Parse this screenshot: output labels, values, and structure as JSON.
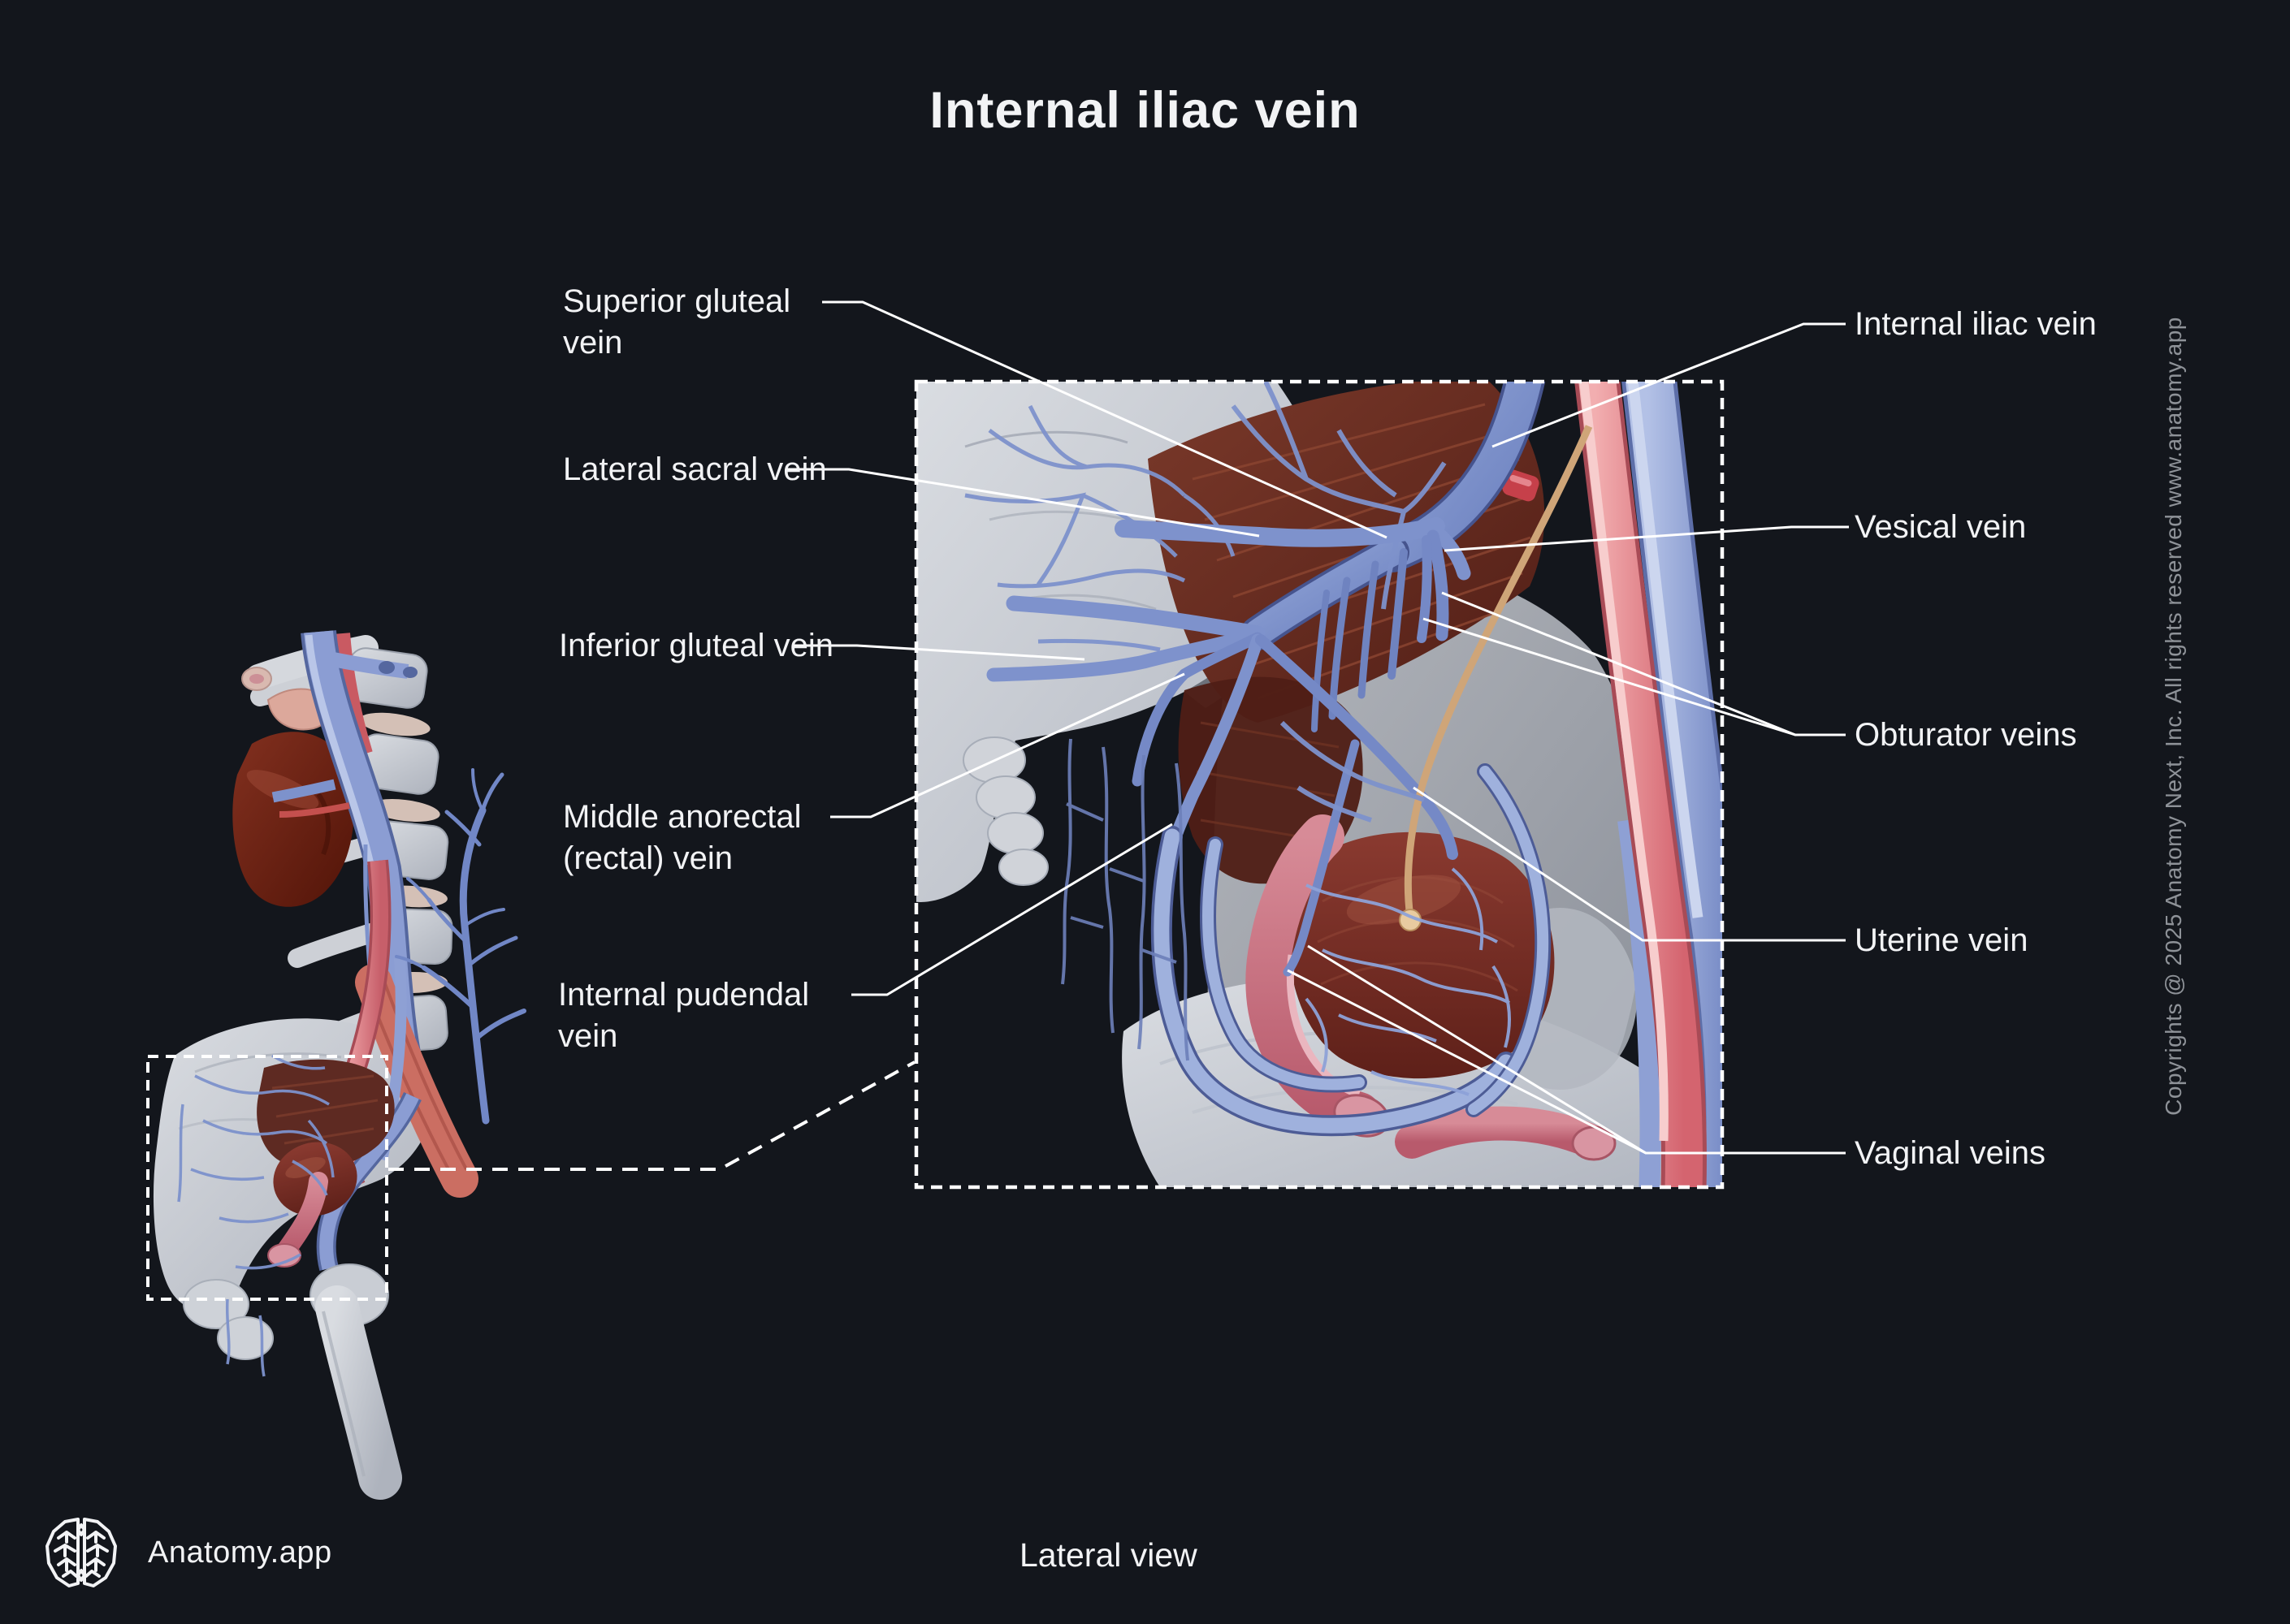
{
  "title": "Internal iliac vein",
  "view_caption": "Lateral view",
  "branding": {
    "logo_text": "Anatomy.app",
    "logo_icon": "brain-logo-icon"
  },
  "copyright_vertical": "Copyrights @ 2025 Anatomy Next, Inc. All rights reserved www.anatomy.app",
  "figure": {
    "type": "labeled-anatomy-diagram",
    "subject": "Internal iliac vein and its tributaries, female pelvis",
    "views": {
      "overview": "small lateral view of lumbar spine, kidney and pelvis with dashed source box",
      "detail": "large dashed box with zoomed lateral view of pelvic veins"
    },
    "labels": {
      "left": [
        {
          "id": "superior-gluteal-vein",
          "text": "Superior gluteal vein"
        },
        {
          "id": "lateral-sacral-vein",
          "text": "Lateral sacral vein"
        },
        {
          "id": "inferior-gluteal-vein",
          "text": "Inferior gluteal vein"
        },
        {
          "id": "middle-anorectal-vein",
          "text": "Middle anorectal (rectal) vein"
        },
        {
          "id": "internal-pudendal-vein",
          "text": "Internal pudendal vein"
        }
      ],
      "right": [
        {
          "id": "internal-iliac-vein",
          "text": "Internal iliac vein"
        },
        {
          "id": "vesical-vein",
          "text": "Vesical vein"
        },
        {
          "id": "obturator-veins",
          "text": "Obturator veins"
        },
        {
          "id": "uterine-vein",
          "text": "Uterine vein"
        },
        {
          "id": "vaginal-veins",
          "text": "Vaginal veins"
        }
      ]
    }
  },
  "colors": {
    "background": "#13161c",
    "label_text": "#f2f3f5",
    "leader_line": "#ffffff",
    "dashed_box": "#ffffff",
    "copyright_text": "#8e9298",
    "vein_blue": "#7b90cc",
    "vein_light_blue": "#a9b9e2",
    "artery_red": "#e2858b",
    "bone_light": "#ccd0d6",
    "muscle_dark_red": "#5e2a22",
    "organ_maroon": "#6e2a20",
    "organ_pink": "#c46473",
    "nerve_tan": "#cfa578",
    "kidney_dark_red": "#6b2018"
  }
}
